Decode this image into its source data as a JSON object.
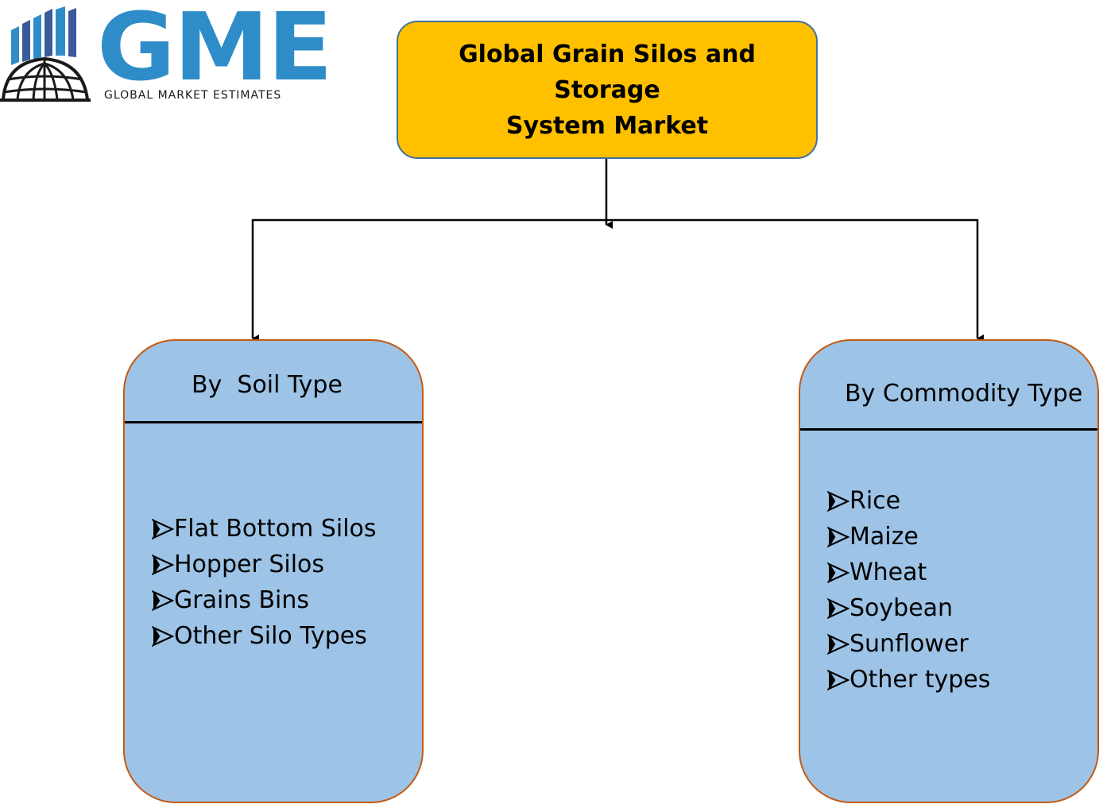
{
  "logo": {
    "letters": "GME",
    "tagline": "GLOBAL MARKET ESTIMATES",
    "brand_color": "#2E8DC8",
    "icon": "globe-with-bars-icon"
  },
  "root": {
    "title_line1": "Global Grain Silos and Storage",
    "title_line2": "System Market",
    "fill_color": "#FFC000"
  },
  "categories": [
    {
      "header": "By  Soil Type",
      "items": [
        "Flat Bottom Silos",
        "Hopper Silos",
        "Grains Bins",
        "Other Silo Types"
      ]
    },
    {
      "header": "By Commodity Type",
      "items": [
        "Rice",
        "Maize",
        "Wheat",
        "Soybean",
        "Sunflower",
        "Other types"
      ]
    }
  ],
  "colors": {
    "box_fill": "#9DC3E6",
    "box_border": "#C55A11",
    "root_border": "#41719C",
    "line": "#000000"
  },
  "bullet_icon": "arrowhead-bullet-icon"
}
